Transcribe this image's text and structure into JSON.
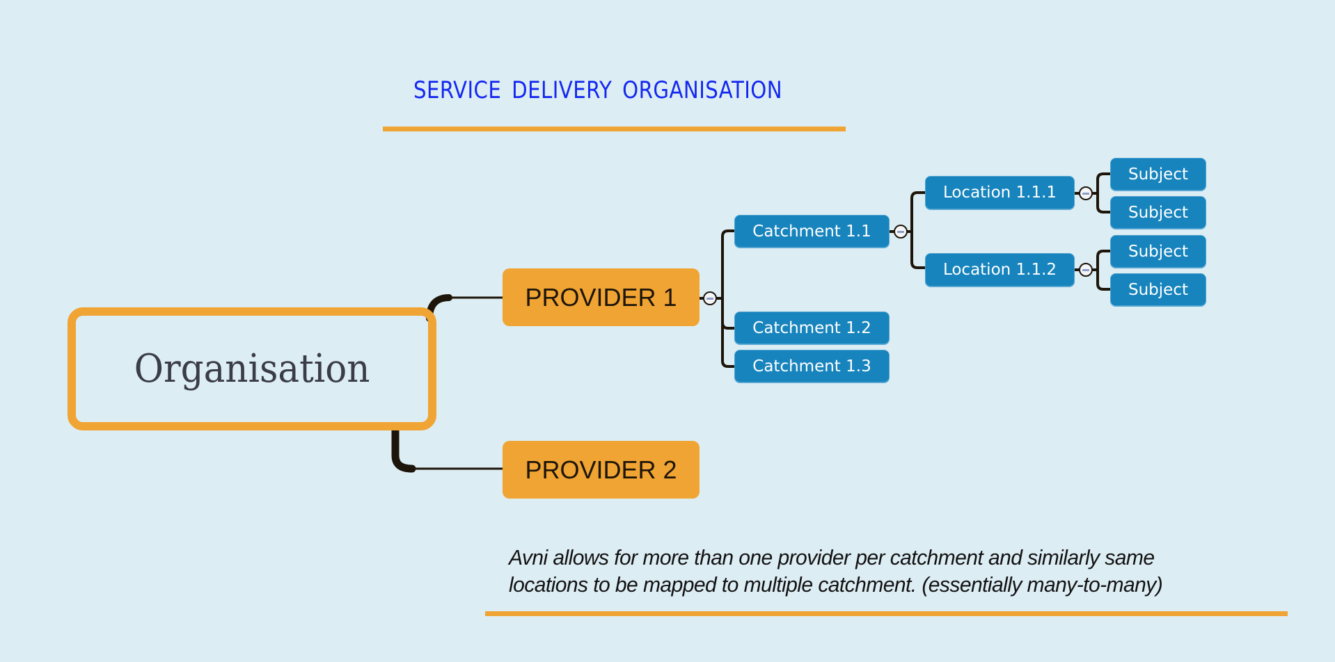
{
  "title": "SERVICE DELIVERY ORGANISATION",
  "colors": {
    "background": "#ddedf4",
    "accent_orange": "#f0a433",
    "node_blue": "#1784bd",
    "title_blue": "#1428f0",
    "connector": "#1d1509"
  },
  "root": {
    "label": "Organisation"
  },
  "providers": [
    {
      "label": "PROVIDER 1",
      "toggle_icon": "collapse-minus-icon",
      "catchments": [
        {
          "label": "Catchment 1.1",
          "toggle_icon": "collapse-minus-icon",
          "locations": [
            {
              "label": "Location 1.1.1",
              "subjects": [
                "Subject",
                "Subject"
              ]
            },
            {
              "label": "Location 1.1.2",
              "subjects": [
                "Subject",
                "Subject"
              ]
            }
          ]
        },
        {
          "label": "Catchment 1.2"
        },
        {
          "label": "Catchment 1.3"
        }
      ]
    },
    {
      "label": "PROVIDER 2"
    }
  ],
  "note": {
    "line1": "Avni allows for more than one provider per catchment and similarly same",
    "line2": "locations to be mapped to multiple catchment. (essentially many-to-many)"
  }
}
